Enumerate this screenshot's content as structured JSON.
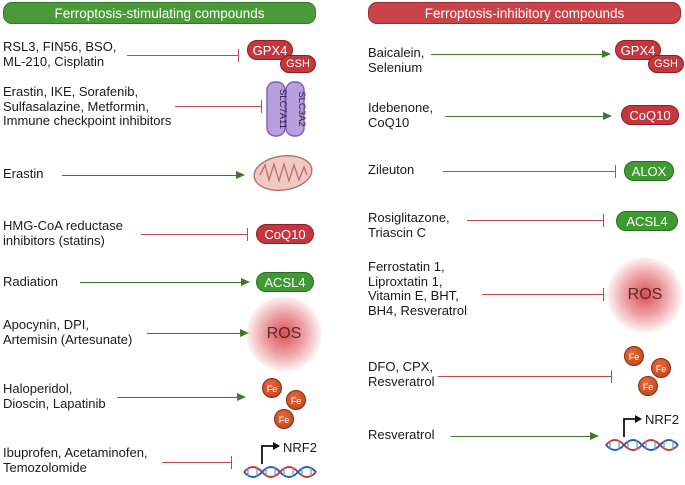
{
  "headers": {
    "left": "Ferroptosis-stimulating compounds",
    "right": "Ferroptosis-inhibitory compounds"
  },
  "left": [
    {
      "lines": [
        "RSL3, FIN56, BSO,",
        "ML-210, Cisplatin"
      ],
      "arrow": "inhibit",
      "target": "GPX4",
      "sub": "GSH"
    },
    {
      "lines": [
        "Erastin, IKE, Sorafenib,",
        "Sulfasalazine, Metformin,",
        "Immune checkpoint inhibitors"
      ],
      "arrow": "inhibit",
      "target": "SLC7A11",
      "sub": "SLC3A2"
    },
    {
      "lines": [
        "Erastin"
      ],
      "arrow": "activate",
      "target": "mitochondrion-icon"
    },
    {
      "lines": [
        "HMG-CoA reductase",
        "inhibitors (statins)"
      ],
      "arrow": "inhibit",
      "target": "CoQ10"
    },
    {
      "lines": [
        "Radiation"
      ],
      "arrow": "activate",
      "target": "ACSL4"
    },
    {
      "lines": [
        "Apocynin, DPI,",
        "Artemisin (Artesunate)"
      ],
      "arrow": "activate",
      "target": "ROS"
    },
    {
      "lines": [
        "Haloperidol,",
        "Dioscin, Lapatinib"
      ],
      "arrow": "activate",
      "target": "Fe"
    },
    {
      "lines": [
        "Ibuprofen, Acetaminofen,",
        "Temozolomide"
      ],
      "arrow": "inhibit",
      "target": "NRF2"
    }
  ],
  "right": [
    {
      "lines": [
        "Baicalein,",
        "Selenium"
      ],
      "arrow": "activate",
      "target": "GPX4",
      "sub": "GSH"
    },
    {
      "lines": [
        "Idebenone,",
        "CoQ10"
      ],
      "arrow": "activate",
      "target": "CoQ10"
    },
    {
      "lines": [
        "Zileuton"
      ],
      "arrow": "inhibit",
      "target": "ALOX"
    },
    {
      "lines": [
        "Rosiglitazone,",
        "Triascin C"
      ],
      "arrow": "inhibit",
      "target": "ACSL4"
    },
    {
      "lines": [
        "Ferrostatin 1,",
        "Liproxtatin 1,",
        "Vitamin E, BHT,",
        "BH4, Resveratrol"
      ],
      "arrow": "inhibit",
      "target": "ROS"
    },
    {
      "lines": [
        "DFO, CPX,",
        "Resveratrol"
      ],
      "arrow": "inhibit",
      "target": "Fe"
    },
    {
      "lines": [
        "Resveratrol"
      ],
      "arrow": "activate",
      "target": "NRF2"
    }
  ],
  "symbols": {
    "gpx4": "GPX4",
    "gsh": "GSH",
    "slc7a11": "SLC7A11",
    "slc3a2": "SLC3A2",
    "coq10": "CoQ10",
    "acsl4": "ACSL4",
    "alox": "ALOX",
    "ros": "ROS",
    "fe": "Fe",
    "nrf2": "NRF2"
  },
  "colors": {
    "stimulating": "#4a9a3a",
    "inhibitory": "#c8444a",
    "activate_arrow": "#3d7a2c",
    "inhibit_arrow": "#b94a52"
  }
}
